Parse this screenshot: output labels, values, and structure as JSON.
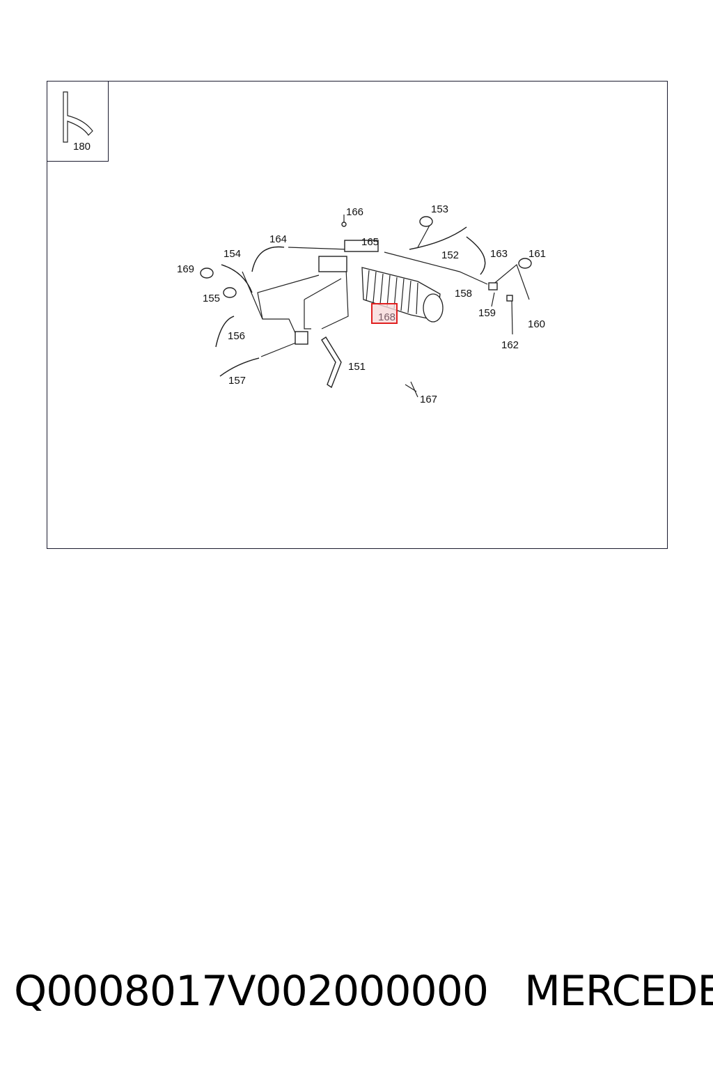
{
  "thumbnail": {
    "label": "180",
    "icon": "hose-bend-icon"
  },
  "callouts": {
    "p151": "151",
    "p152": "152",
    "p153": "153",
    "p154": "154",
    "p155": "155",
    "p156": "156",
    "p157": "157",
    "p158": "158",
    "p159": "159",
    "p160": "160",
    "p161": "161",
    "p162": "162",
    "p163": "163",
    "p164": "164",
    "p165": "165",
    "p166": "166",
    "p167": "167",
    "p168": "168",
    "p169": "169"
  },
  "highlight": {
    "label": "168",
    "color": "#e02020"
  },
  "footer": {
    "code": "Q0008017V002000000",
    "brand": "MERCEDES"
  }
}
